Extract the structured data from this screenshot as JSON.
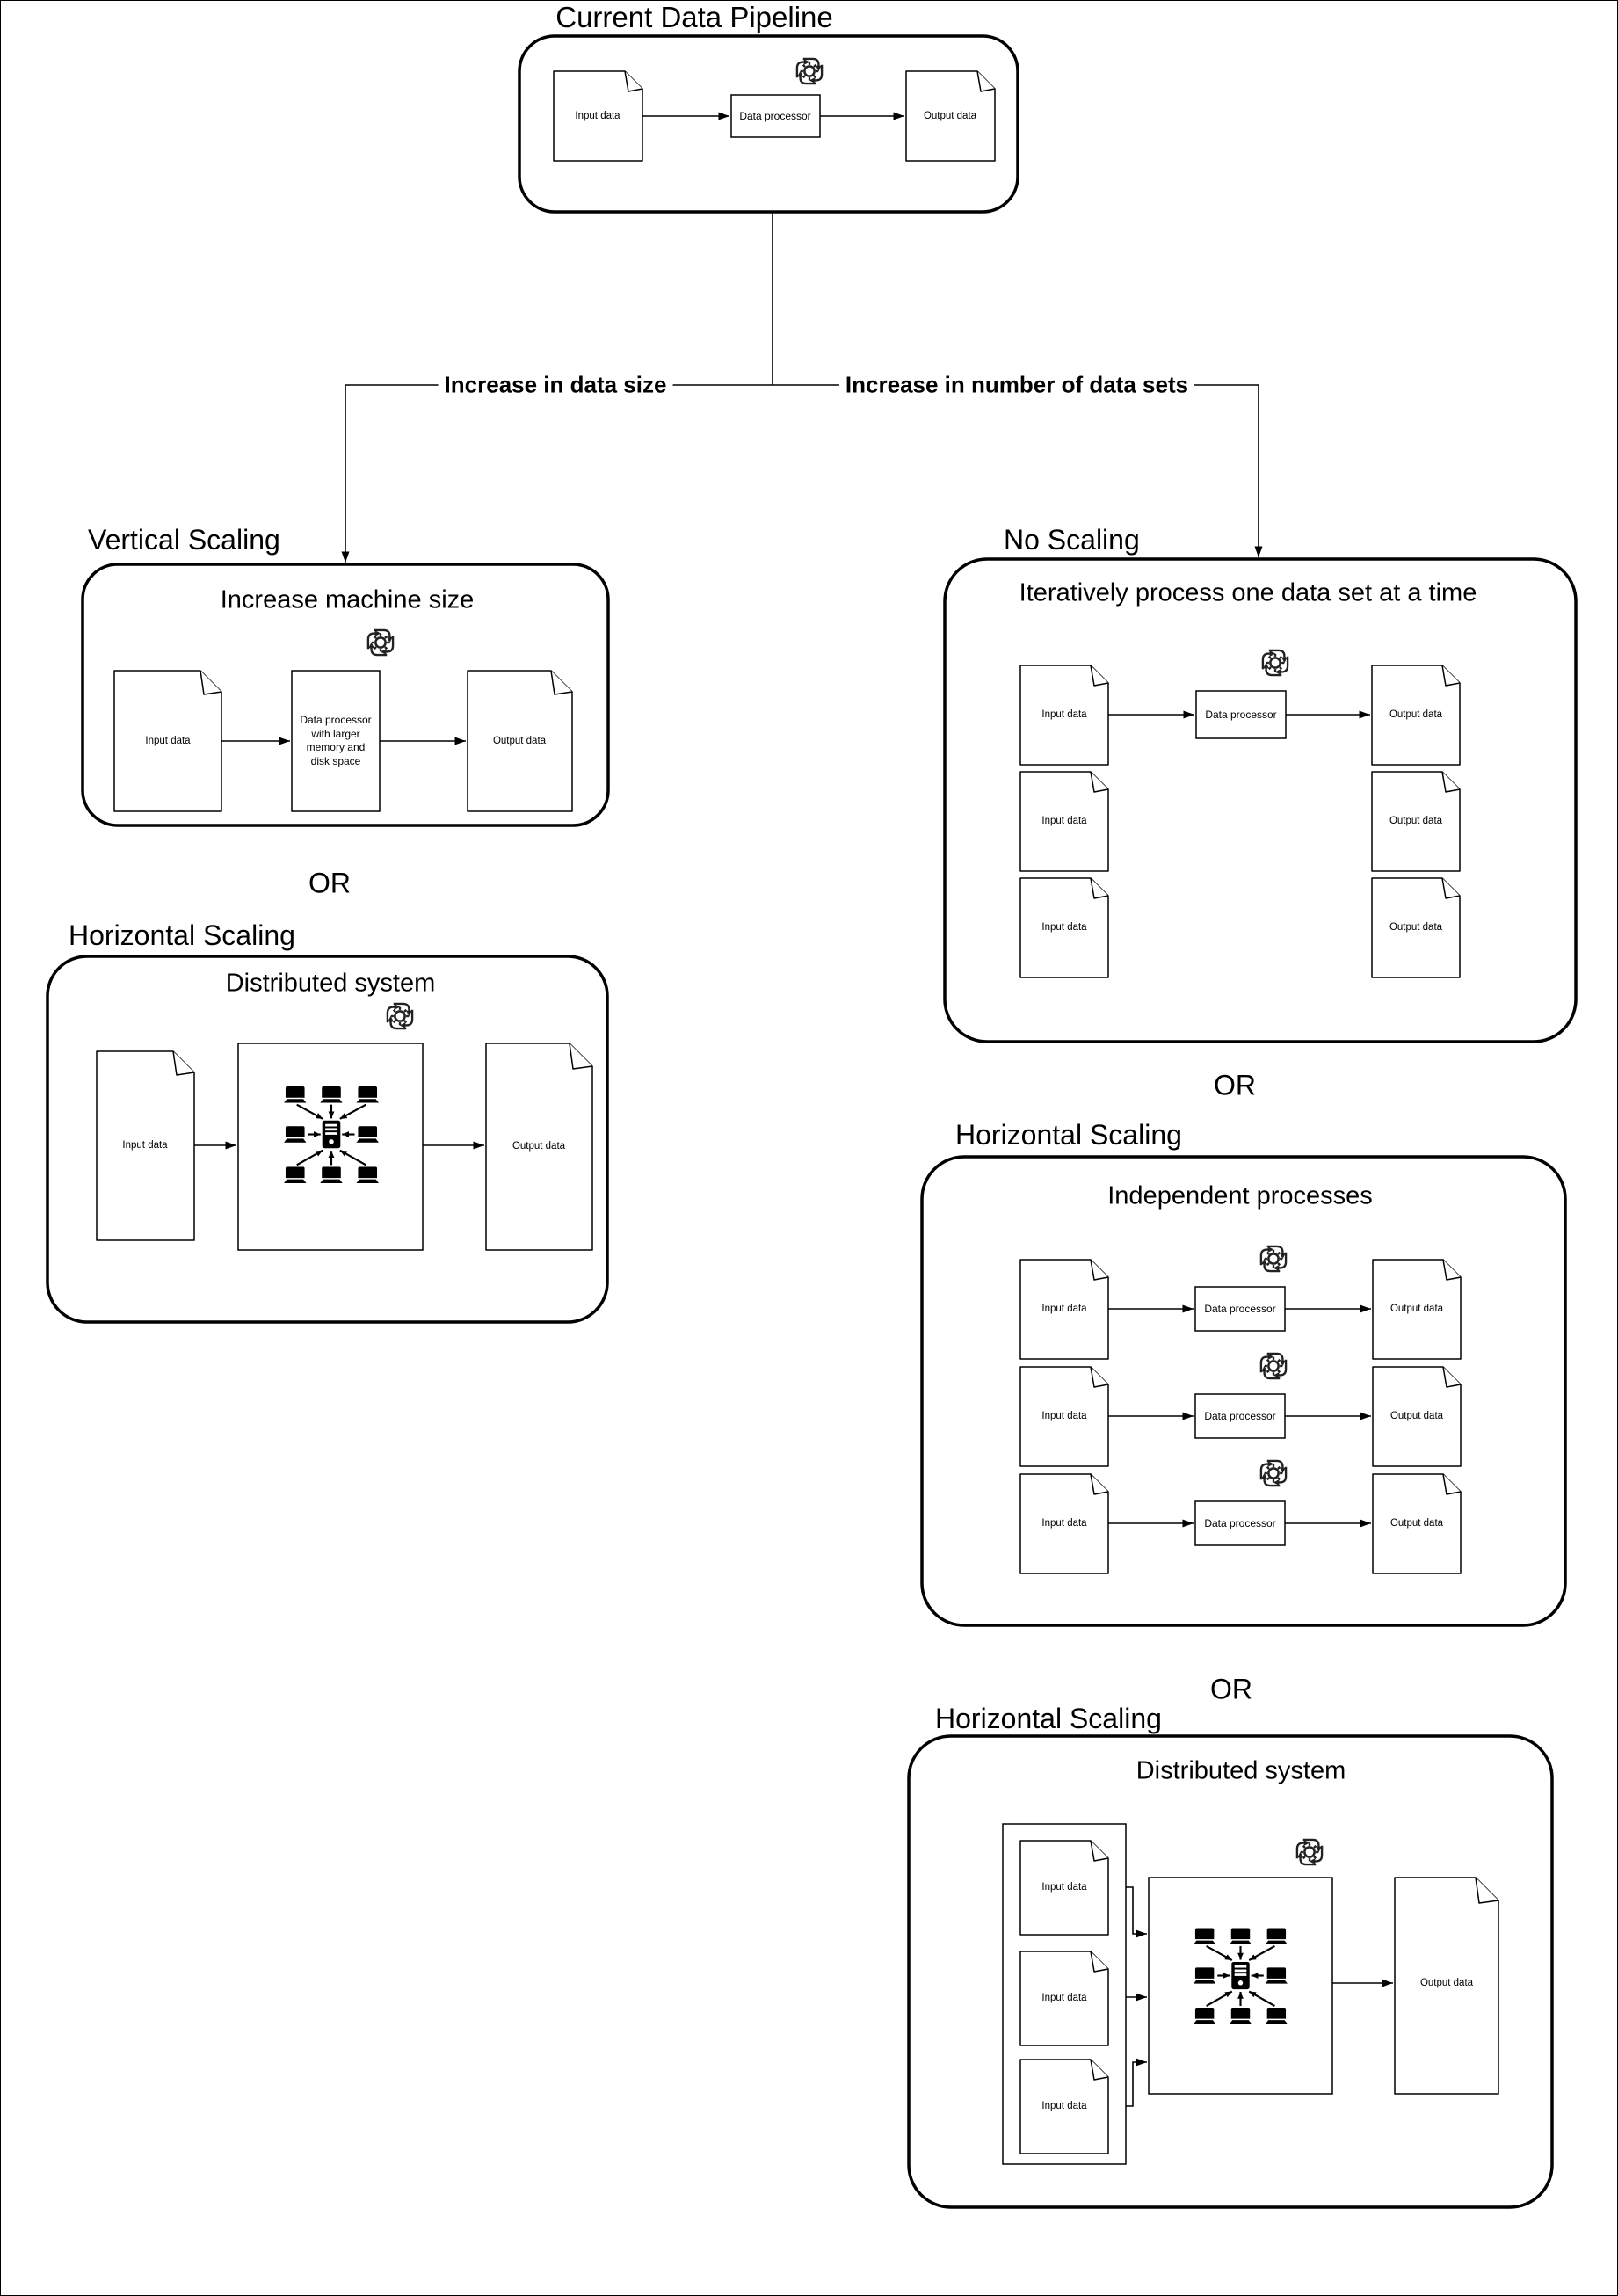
{
  "sections": {
    "current": {
      "title": "Current Data Pipeline"
    },
    "vertical": {
      "label": "Vertical Scaling",
      "title": "Increase machine size"
    },
    "horizontal_left": {
      "label": "Horizontal Scaling",
      "title": "Distributed system"
    },
    "no_scaling": {
      "label": "No Scaling",
      "title": "Iteratively process one data set at a time"
    },
    "independent": {
      "label": "Horizontal Scaling",
      "title": "Independent processes"
    },
    "distributed_right": {
      "label": "Horizontal Scaling",
      "title": "Distributed system"
    }
  },
  "labels": {
    "or": "OR",
    "branch_left": "Increase in data size",
    "branch_right": "Increase in number of data sets"
  },
  "nodes": {
    "input": "Input data",
    "processor": "Data processor",
    "processor_large": "Data processor with larger memory and disk space",
    "output": "Output data"
  },
  "icons": {
    "automation": "process-automation-icon",
    "cluster": "distributed-cluster-icon"
  },
  "colors": {
    "stroke": "#000000",
    "icon": "#222222",
    "background": "#ffffff"
  }
}
